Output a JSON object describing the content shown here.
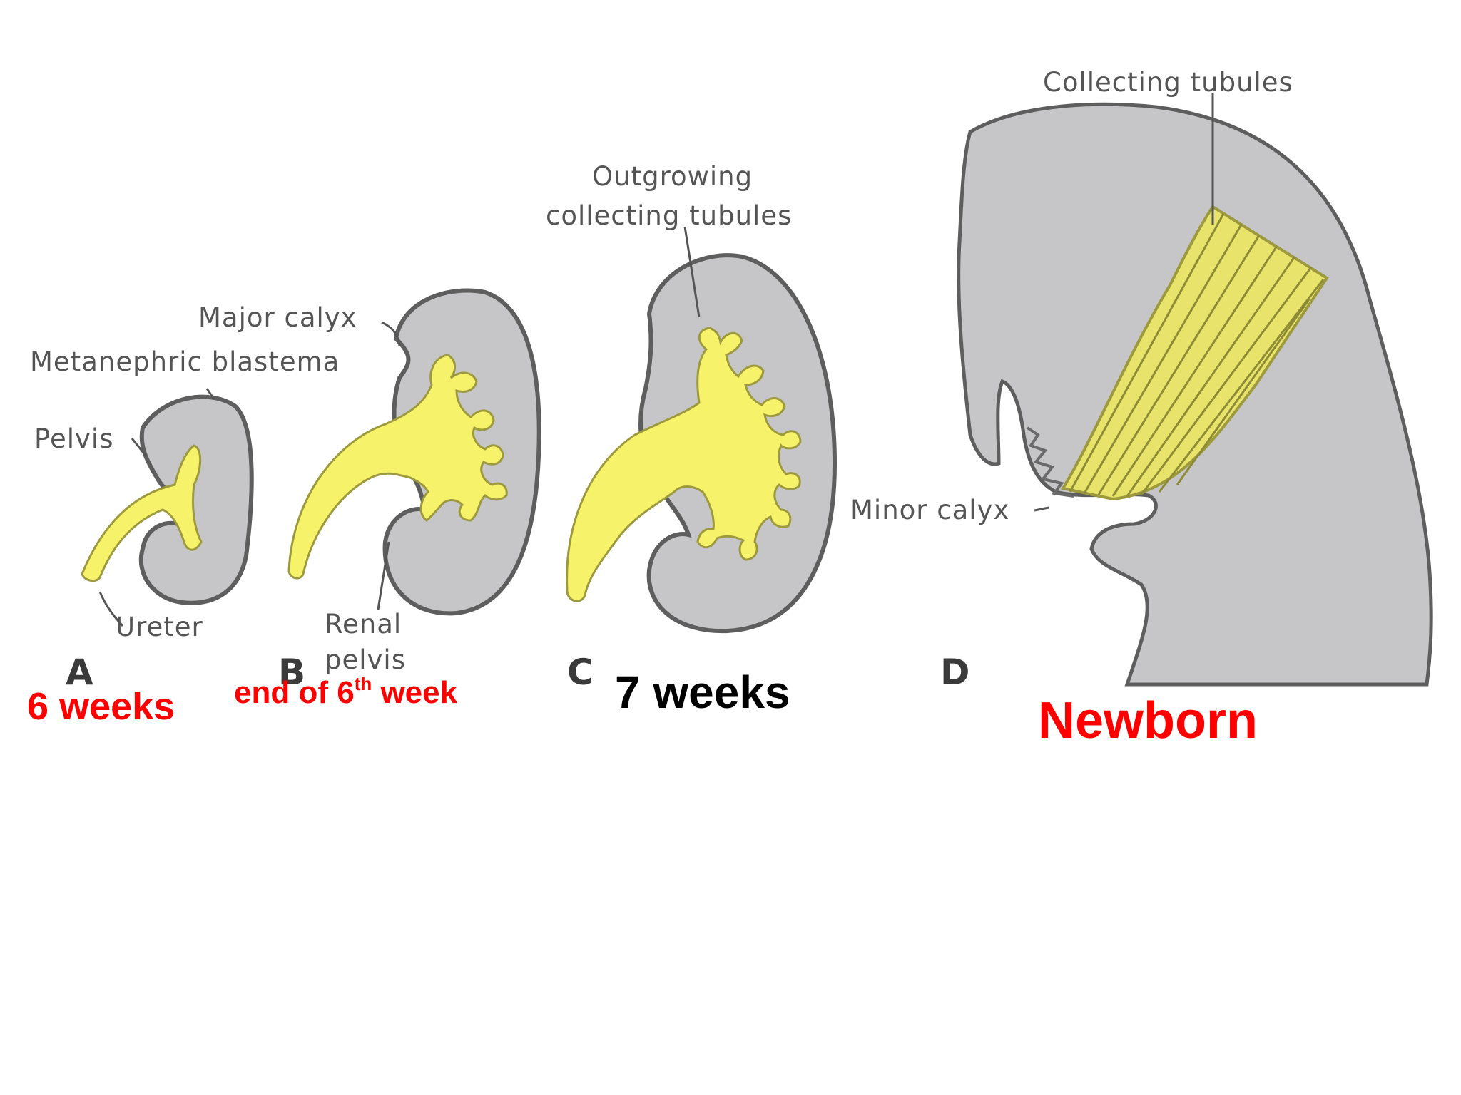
{
  "figure": {
    "colors": {
      "tissue": "#c6c6c8",
      "tissue_outline": "#5e5e5e",
      "ureteric_bud": "#f6f26a",
      "bud_outline": "#9d9a3e",
      "caption_red": "#ff0000"
    },
    "labels": {
      "pelvis": "Pelvis",
      "metanephric_blastema": "Metanephric blastema",
      "major_calyx": "Major calyx",
      "ureter": "Ureter",
      "renal_pelvis_1": "Renal",
      "renal_pelvis_2": "pelvis",
      "outgrowing_1": "Outgrowing",
      "outgrowing_2": "collecting tubules",
      "collecting_tubules": "Collecting tubules",
      "minor_calyx": "Minor calyx"
    },
    "panel_letters": {
      "a": "A",
      "b": "B",
      "c": "C",
      "d": "D"
    },
    "captions": {
      "a": "6 weeks",
      "b_pre": "end of 6",
      "b_sup": "th",
      "b_post": " week",
      "c": "7 weeks",
      "d": "Newborn"
    }
  }
}
